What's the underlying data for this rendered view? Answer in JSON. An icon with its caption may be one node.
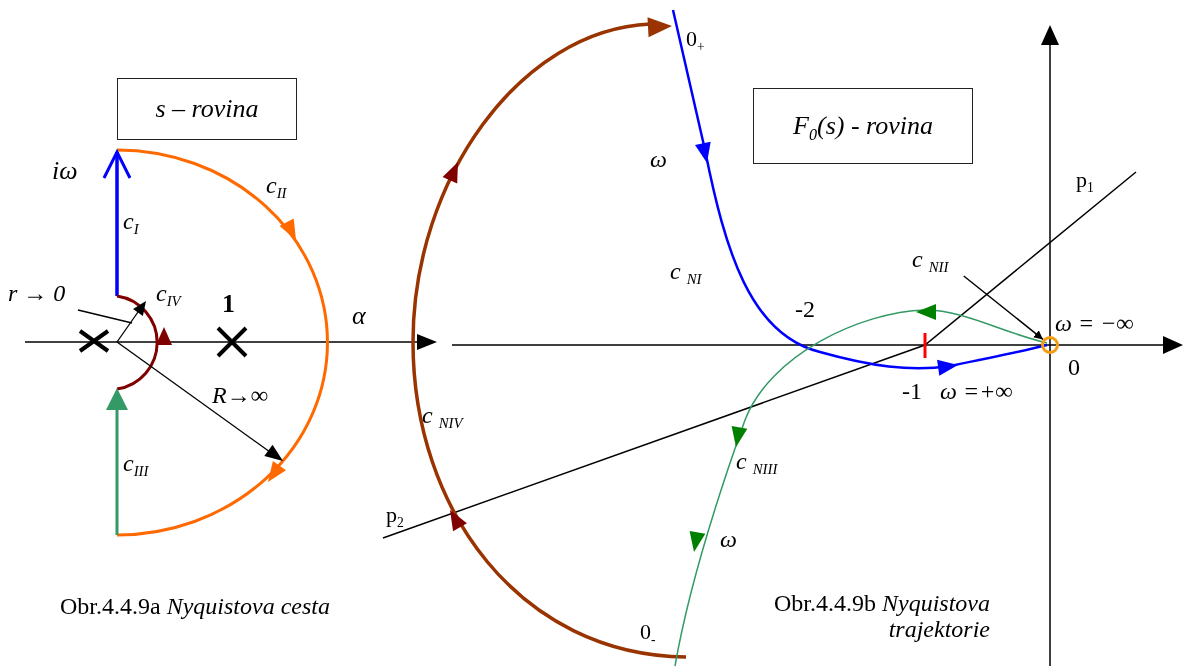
{
  "diagram": {
    "nodes": [
      {
        "text": [
          "s – rovina"
        ]
      },
      {
        "text": [
          "F$_{0}$(s) - rovina"
        ]
      },
      {
        "text": [
          "c $_{NII}$"
        ]
      },
      {
        "text": [],
        "shape": "circle"
      }
    ],
    "edges": [
      {
        "from": 2,
        "to": 3,
        "arrow": "to"
      }
    ],
    "labels": [
      "iω",
      "c$_{I}$",
      "c$_{II}$",
      "r → 0",
      "c$_{IV}$",
      "1",
      "α",
      "R→∞",
      "c$_{III}$",
      "0$_{+}$",
      "ω",
      "c $_{NI}$",
      "p$_{1}$",
      "-2",
      "ω = −∞",
      "0",
      "c $_{NIV}$",
      "-1",
      "ω =+∞",
      "c $_{NIII}$",
      "p$_{2}$",
      "ω",
      "Obr.4.4.9a *Nyquistova cesta*",
      "Obr.4.4.9b *Nyquistova trajektorie*",
      "0$_{-}$"
    ]
  }
}
